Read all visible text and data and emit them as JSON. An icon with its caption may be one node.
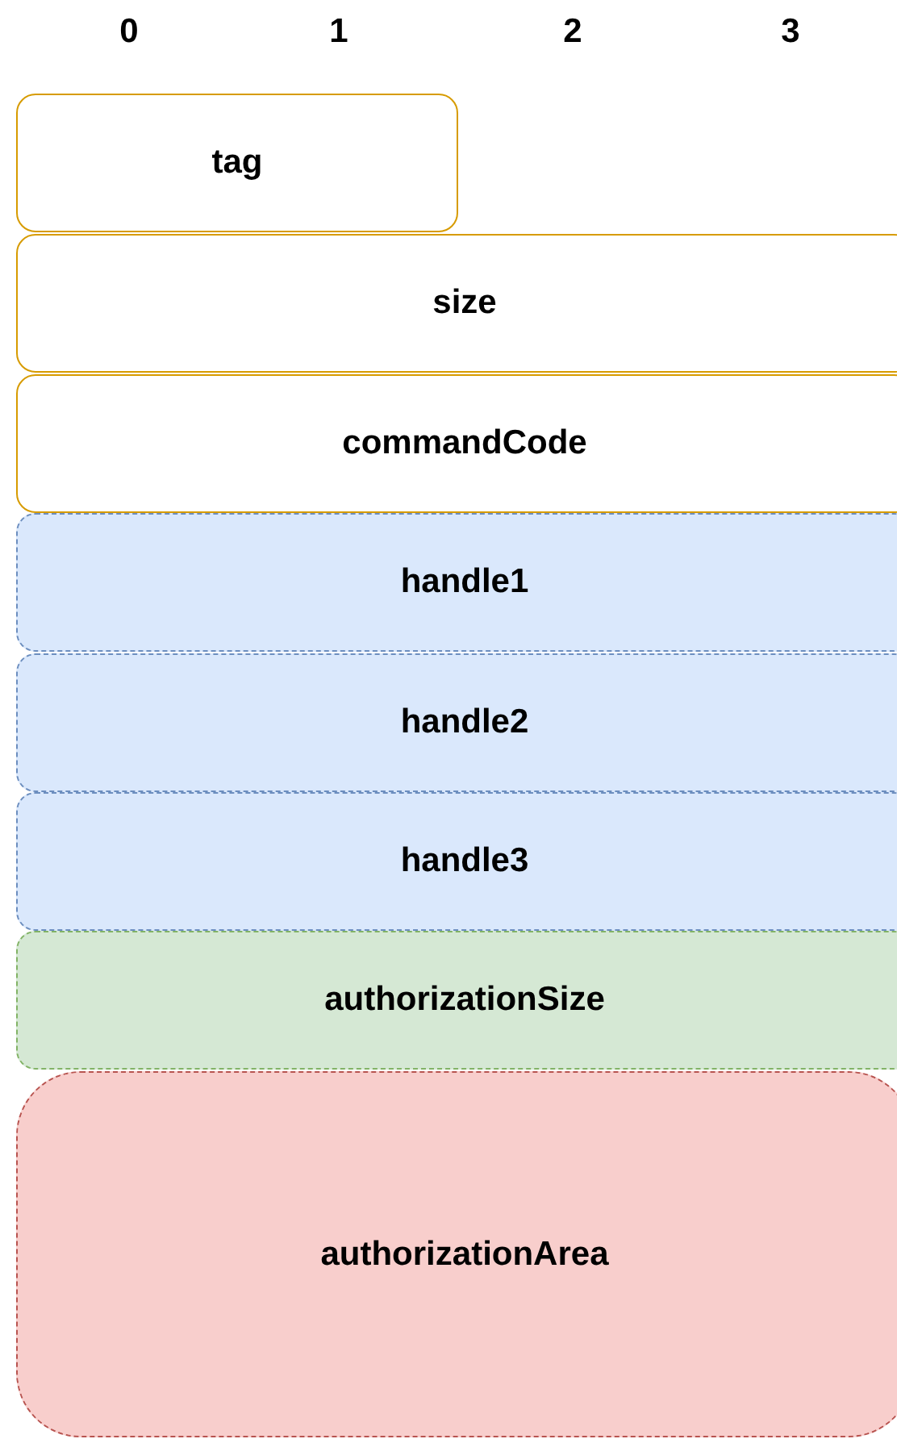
{
  "diagram": {
    "nodes": [
      {
        "text": [
          "tag"
        ]
      },
      {
        "text": [
          "size"
        ]
      },
      {
        "text": [
          "commandCode"
        ]
      },
      {
        "text": [
          "handle1"
        ]
      },
      {
        "text": [
          "handle2"
        ]
      },
      {
        "text": [
          "handle3"
        ]
      },
      {
        "text": [
          "authorizationSize"
        ]
      },
      {
        "text": [
          "authorizationArea"
        ]
      }
    ],
    "edges": [],
    "labels": [
      "0",
      "1",
      "2",
      "3"
    ]
  }
}
